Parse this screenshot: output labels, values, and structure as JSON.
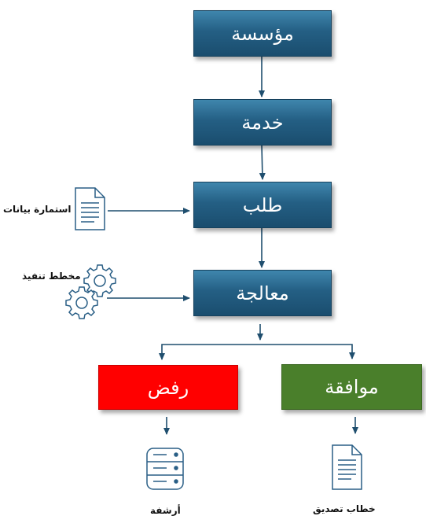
{
  "flow": {
    "institution": "مؤسسة",
    "service": "خدمة",
    "request": "طلب",
    "processing": "معالجة",
    "reject": "رفض",
    "approve": "موافقة"
  },
  "inputs": {
    "data_form": "استمارة بيانات",
    "execution_plan": "مخطط تنفيذ"
  },
  "outputs": {
    "archiving": "أرشفة",
    "approval_letter": "خطاب تصديق"
  },
  "colors": {
    "blue_box": "#245f84",
    "reject": "#ff0000",
    "approve": "#4a7f2b",
    "connector": "#1f4e6e",
    "icon_stroke": "#2a5f86"
  },
  "icons": [
    "document-icon",
    "gears-icon",
    "database-icon",
    "document-icon"
  ]
}
